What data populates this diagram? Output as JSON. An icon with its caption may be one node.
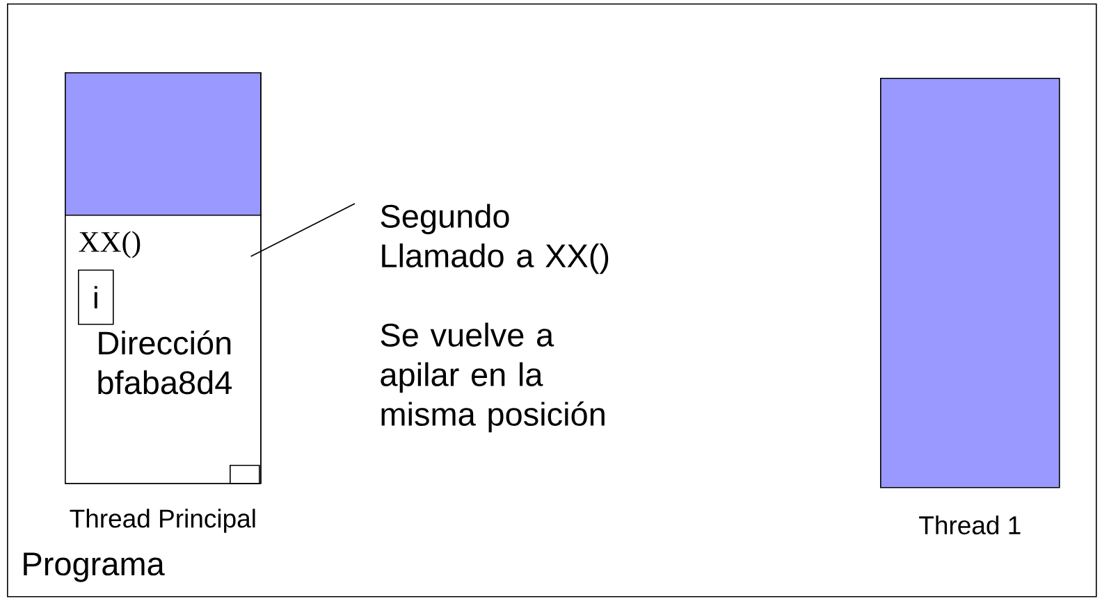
{
  "diagram": {
    "nodes": [
      {
        "text": [
          "Programa"
        ]
      },
      {
        "text": [],
        "shape": "box",
        "beside": [
          "Thread Principal"
        ],
        "in": 0
      },
      {
        "text": [],
        "shape": "box",
        "in": 1
      },
      {
        "text": [
          "XX()",
          "Dirección bfaba8d4"
        ],
        "in": 1
      },
      {
        "text": [
          "i"
        ],
        "in": 3
      },
      {
        "text": [],
        "shape": "box",
        "in": 3
      },
      {
        "text": [
          "Segundo Llamado a XX()",
          "Se vuelve a apilar en la misma posición"
        ],
        "in": 0
      },
      {
        "text": [],
        "shape": "box",
        "beside": [
          "Thread 1"
        ],
        "in": 0
      }
    ],
    "edges": [
      {
        "from": 6,
        "to": 3,
        "arrow": "none"
      }
    ]
  }
}
